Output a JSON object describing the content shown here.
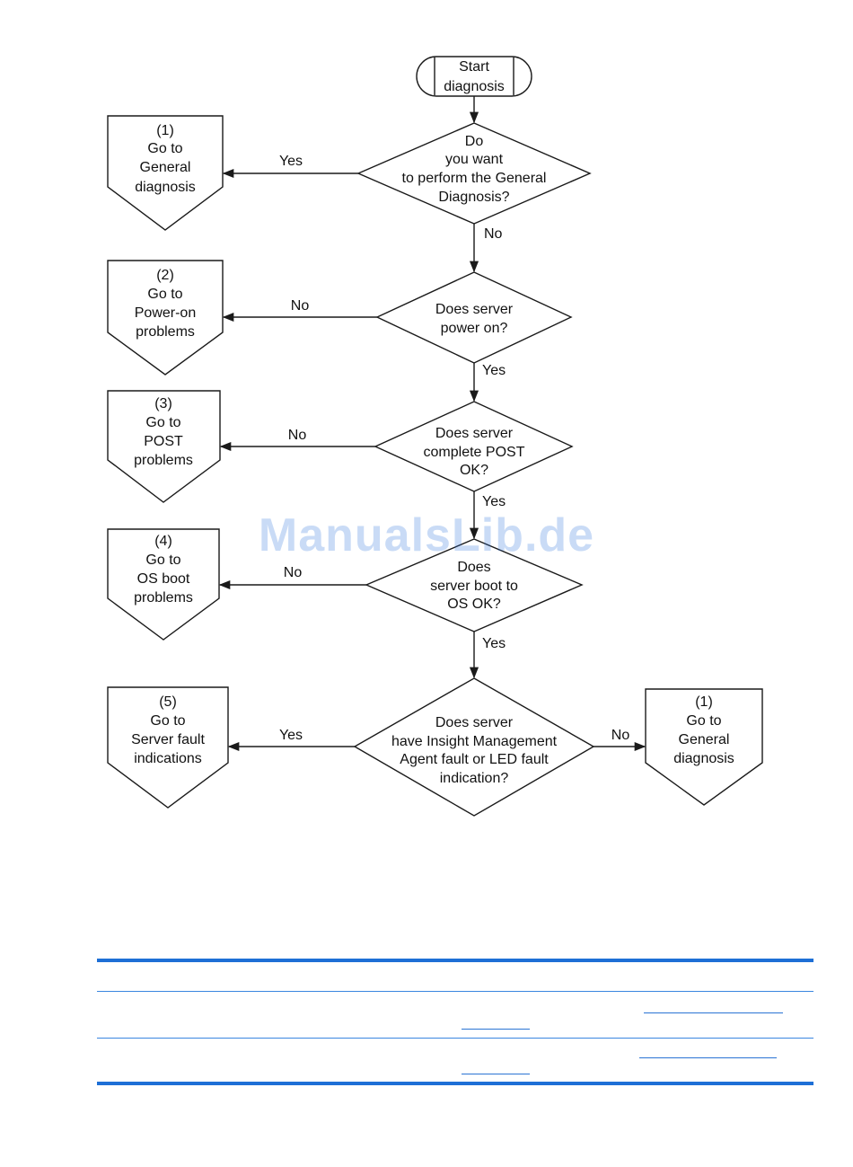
{
  "flowchart": {
    "start": [
      "Start",
      "diagnosis"
    ],
    "decisions": [
      {
        "id": "general",
        "lines": [
          "Do",
          "you want",
          "to perform the General",
          "Diagnosis?"
        ]
      },
      {
        "id": "power",
        "lines": [
          "Does server",
          "power on?"
        ]
      },
      {
        "id": "post",
        "lines": [
          "Does server",
          "complete POST",
          "OK?"
        ]
      },
      {
        "id": "osboot",
        "lines": [
          "Does",
          "server boot to",
          "OS OK?"
        ]
      },
      {
        "id": "fault",
        "lines": [
          "Does server",
          "have Insight Management",
          "Agent fault or LED fault",
          "indication?"
        ]
      }
    ],
    "offpage": [
      {
        "id": "general-left",
        "lines": [
          "(1)",
          "Go to",
          "General",
          "diagnosis"
        ]
      },
      {
        "id": "poweron",
        "lines": [
          "(2)",
          "Go to",
          "Power-on",
          "problems"
        ]
      },
      {
        "id": "post-problems",
        "lines": [
          "(3)",
          "Go to",
          "POST",
          "problems"
        ]
      },
      {
        "id": "osboot-problems",
        "lines": [
          "(4)",
          "Go to",
          "OS boot",
          "problems"
        ]
      },
      {
        "id": "server-fault",
        "lines": [
          "(5)",
          "Go to",
          "Server fault",
          "indications"
        ]
      },
      {
        "id": "general-right",
        "lines": [
          "(1)",
          "Go to",
          "General",
          "diagnosis"
        ]
      }
    ],
    "edge_labels": {
      "general_yes": "Yes",
      "general_no": "No",
      "power_no": "No",
      "power_yes": "Yes",
      "post_no": "No",
      "post_yes": "Yes",
      "osboot_no": "No",
      "osboot_yes": "Yes",
      "fault_yes": "Yes",
      "fault_no": "No"
    }
  },
  "watermark": "ManualsLib.de",
  "colors": {
    "rule": "#1e6fd6",
    "line": "#1a1a1a",
    "watermark": "#286edc"
  }
}
